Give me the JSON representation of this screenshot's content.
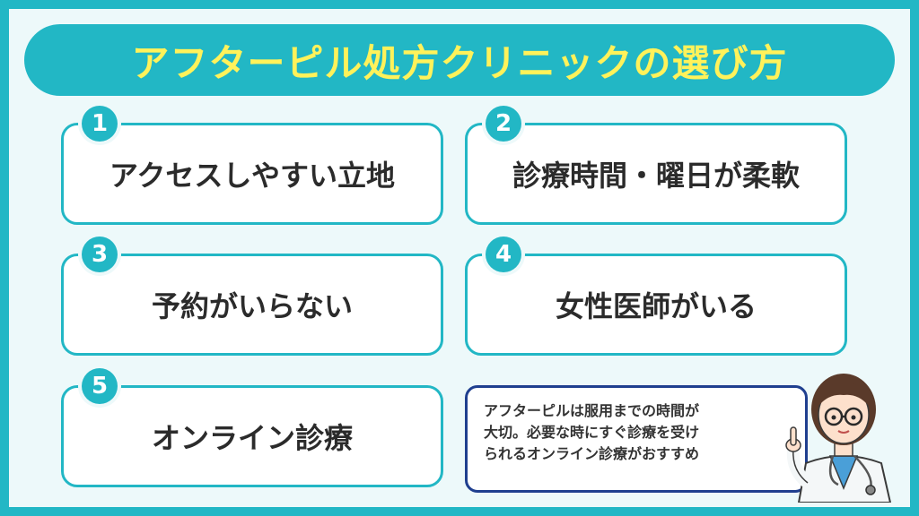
{
  "title": "アフターピル処方クリニックの選び方",
  "cards": [
    {
      "number": "1",
      "label": "アクセスしやすい立地"
    },
    {
      "number": "2",
      "label": "診療時間・曜日が柔軟"
    },
    {
      "number": "3",
      "label": "予約がいらない"
    },
    {
      "number": "4",
      "label": "女性医師がいる"
    },
    {
      "number": "5",
      "label": "オンライン診療"
    }
  ],
  "note": {
    "lines": [
      "アフターピルは服用までの時間が",
      "大切。必要な時にすぐ診療を受け",
      "られるオンライン診療がおすすめ"
    ]
  },
  "colors": {
    "accent": "#22b7c5",
    "title_text": "#fff25a",
    "background": "#edf9fa",
    "note_border": "#1f3f8f"
  },
  "illustration": "doctor-pointing-icon"
}
